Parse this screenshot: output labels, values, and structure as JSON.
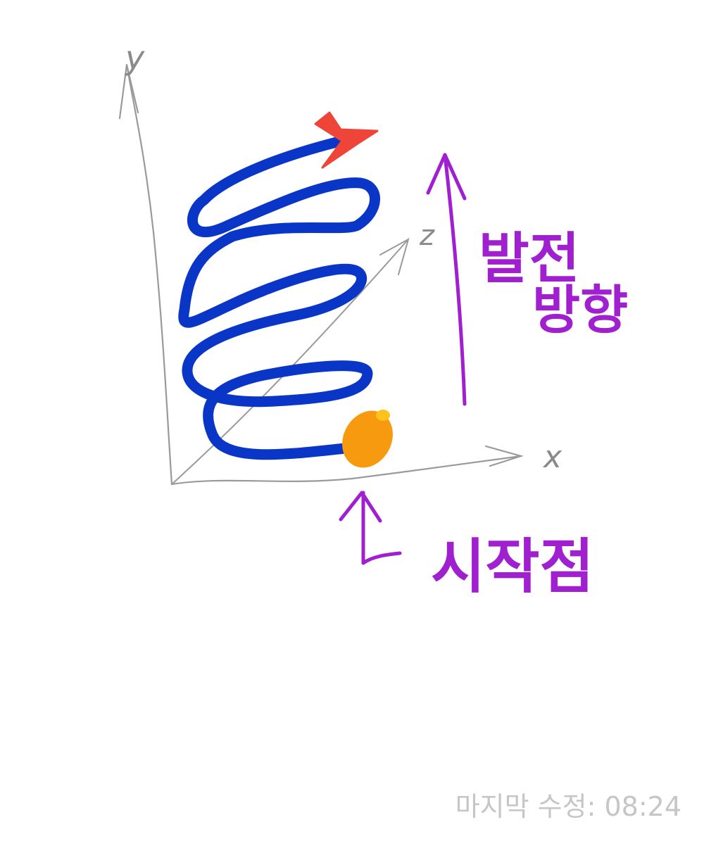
{
  "drawing": {
    "axis_labels": {
      "y": "y",
      "z": "z",
      "x": "x"
    },
    "annotation_direction_line1": "발전",
    "annotation_direction_line2": "방향",
    "annotation_start": "시작점",
    "colors": {
      "spiral": "#0a36c8",
      "arrow_head": "#ef4438",
      "start_point": "#f79a10",
      "annotation": "#a020d0",
      "axes": "#9a9a9a"
    }
  },
  "status": {
    "last_modified_label": "마지막 수정:",
    "last_modified_time": "08:24"
  }
}
